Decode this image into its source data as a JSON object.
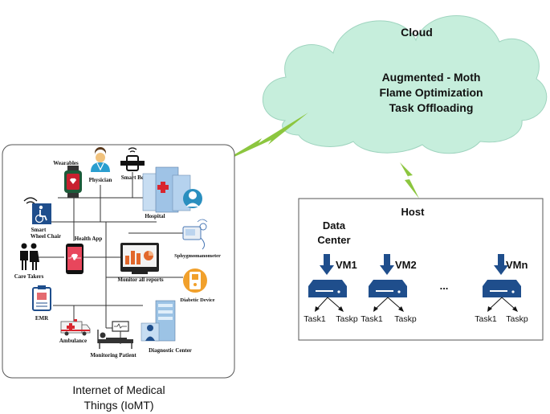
{
  "cloud": {
    "title": "Cloud",
    "lines": [
      "Augmented - Moth",
      "Flame Optimization",
      "Task Offloading"
    ]
  },
  "iomt": {
    "caption_lines": [
      "Internet of Medical",
      "Things (IoMT)"
    ],
    "devices": {
      "wearables": "Wearables",
      "physician": "Physician",
      "smart_belt": "Smart Belt",
      "hospital": "Hospital",
      "wheelchair": [
        "Smart",
        "Wheel Chair"
      ],
      "health_app": "Health App",
      "sphygmo": "Sphygmomanometer",
      "care_takers": "Care Takers",
      "monitor_reports": "Monitor all reports",
      "diabetic": "Diabetic Device",
      "emr": "EMR",
      "ambulance": "Ambulance",
      "monitoring_patient": "Monitoring Patient",
      "diagnostic": "Diagnostic Center"
    }
  },
  "host": {
    "title": "Host",
    "data_center": [
      "Data",
      "Center"
    ],
    "vms": [
      {
        "label": "VM1",
        "tasks": [
          "Task1",
          "Taskp"
        ]
      },
      {
        "label": "VM2",
        "tasks": [
          "Task1",
          "Taskp"
        ]
      },
      {
        "label": "VMn",
        "tasks": [
          "Task1",
          "Taskp"
        ]
      }
    ],
    "ellipsis": "..."
  },
  "colors": {
    "cloud_fill": "#c6eedc",
    "lightning": "#8cc63f",
    "server": "#1f4e8c",
    "frame": "#555555"
  }
}
